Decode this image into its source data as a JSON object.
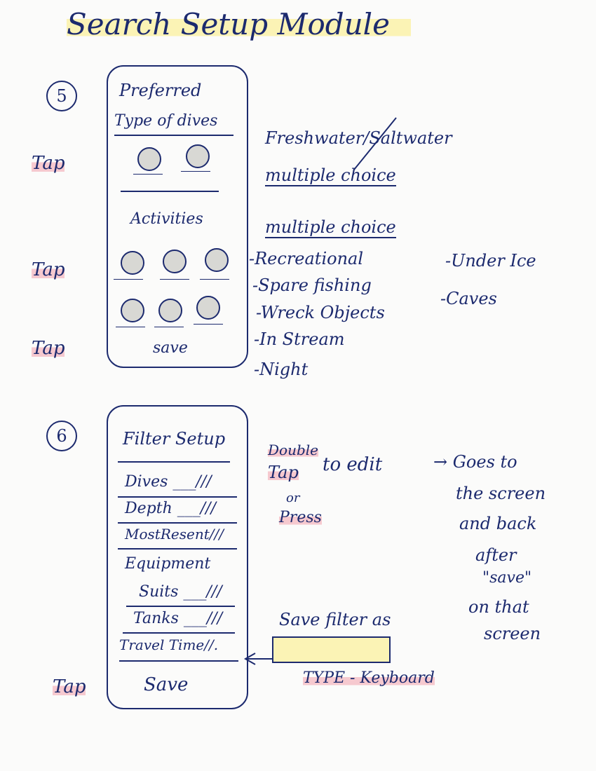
{
  "title": "Search Setup Module",
  "step5": {
    "number": "5",
    "header_line1": "Preferred",
    "header_line2": "Type of dives",
    "section_activities": "Activities",
    "save": "save",
    "note_fresh_salt": "Freshwater/Saltwater",
    "note_multiple_choice_1": "multiple choice",
    "note_multiple_choice_2": "multiple choice",
    "activities": [
      "-Recreational",
      "-Spare fishing",
      "-Wreck Objects",
      "-In Stream",
      "-Night"
    ],
    "activities_extra": [
      "-Under Ice",
      "-Caves"
    ]
  },
  "step6": {
    "number": "6",
    "header": "Filter Setup",
    "filters": [
      "Dives ___///",
      "Depth ___///",
      "MostResent///"
    ],
    "equipment_title": "Equipment",
    "equipment": [
      "Suits ___///",
      "Tanks ___///",
      "Travel Time//."
    ],
    "save": "Save",
    "gesture_line1": "Double",
    "gesture_line2": "Tap",
    "gesture_to_edit": "to edit",
    "gesture_or": "or",
    "gesture_press": "Press",
    "goes_to": [
      "→ Goes to",
      "the screen",
      "and back",
      "after",
      "\"save\"",
      "on that",
      "screen"
    ],
    "save_filter_as": "Save filter as",
    "type_keyboard": "TYPE - Keyboard"
  },
  "tap_labels": [
    "Tap",
    "Tap",
    "Tap",
    "Tap"
  ]
}
